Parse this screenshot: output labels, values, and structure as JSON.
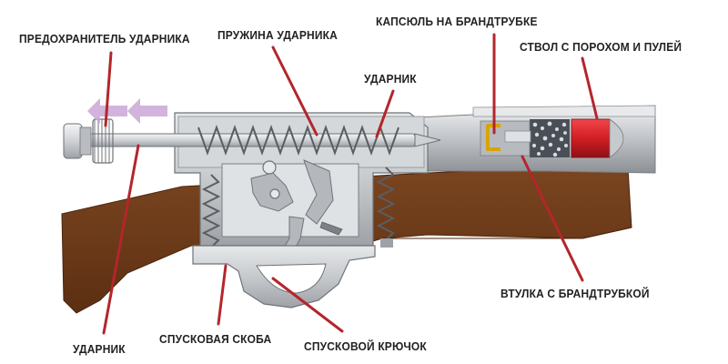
{
  "diagram": {
    "labels": {
      "safety": "ПРЕДОХРАНИТЕЛЬ УДАРНИКА",
      "spring": "ПРУЖИНА УДАРНИКА",
      "capsule": "КАПСЮЛЬ НА БРАНДТРУБКЕ",
      "barrel": "СТВОЛ С ПОРОХОМ И ПУЛЕЙ",
      "striker_top": "УДАРНИК",
      "bushing": "ВТУЛКА С БРАНДТРУБКОЙ",
      "striker_bottom": "УДАРНИК",
      "trigger_guard": "СПУСКОВАЯ СКОБА",
      "trigger": "СПУСКОВОЙ КРЮЧОК"
    },
    "colors": {
      "leader": "#b3262b",
      "stock": "#6e3a1a",
      "metal": "#c9ccd0",
      "metal_dark": "#9a9ea3",
      "arrow": "#c9a6d6",
      "bullet": "#d01e24",
      "capsule": "#d9a400"
    }
  }
}
